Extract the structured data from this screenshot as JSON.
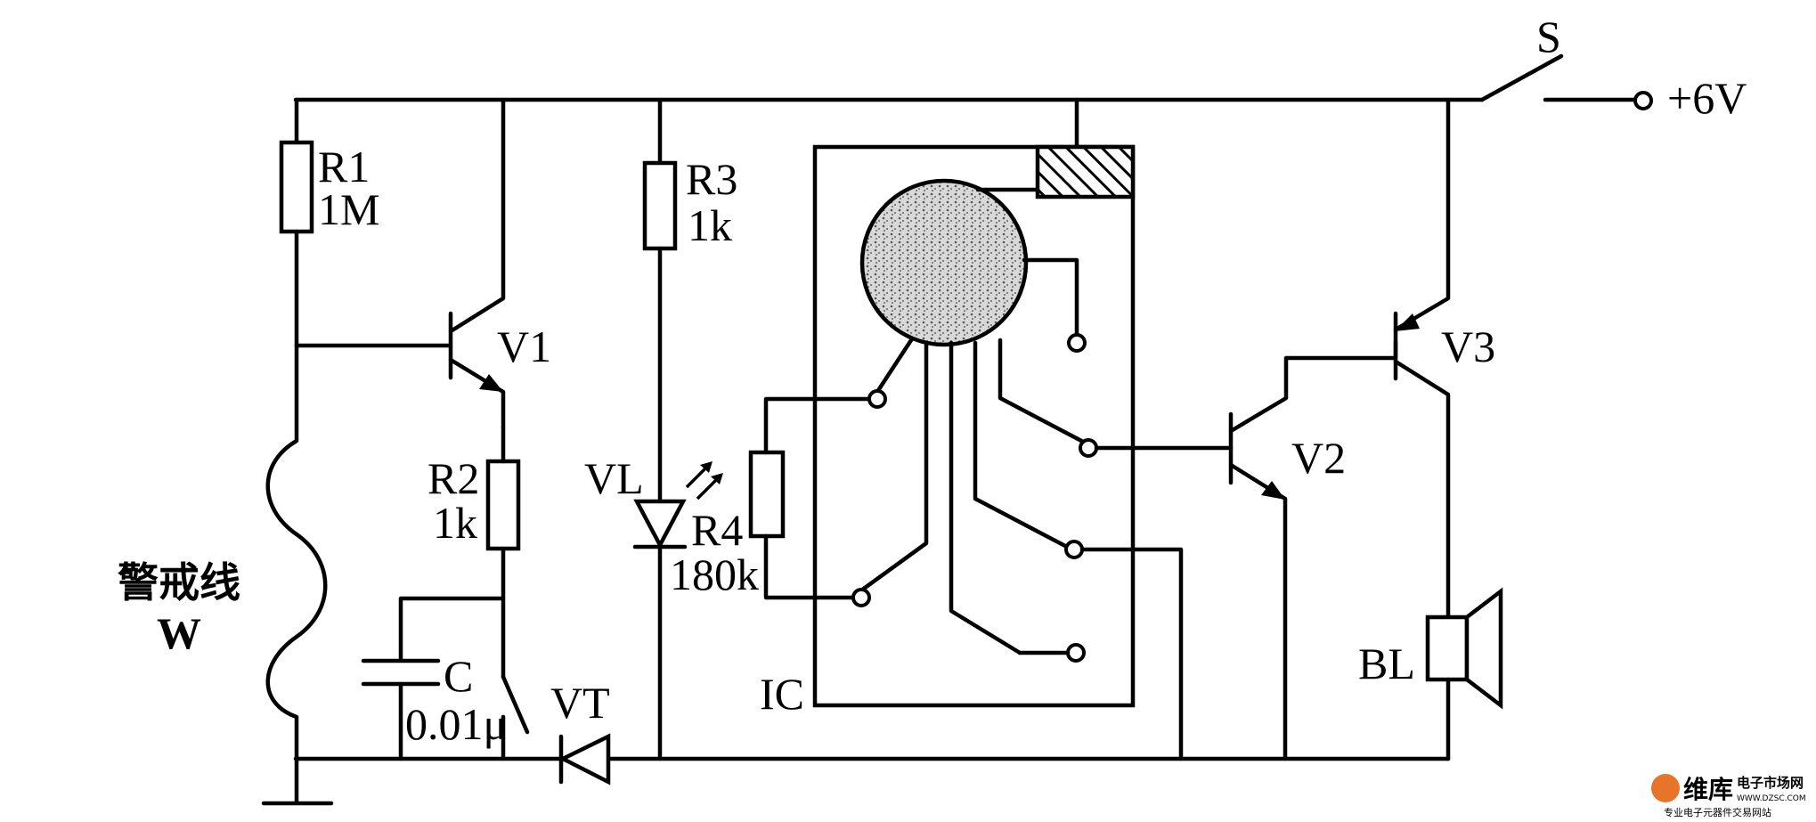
{
  "components": {
    "r1": {
      "name": "R1",
      "value": "1M"
    },
    "r2": {
      "name": "R2",
      "value": "1k"
    },
    "r3": {
      "name": "R3",
      "value": "1k"
    },
    "r4": {
      "name": "R4",
      "value": "180k"
    },
    "c": {
      "name": "C",
      "value": "0.01μ"
    },
    "v1": {
      "name": "V1"
    },
    "v2": {
      "name": "V2"
    },
    "v3": {
      "name": "V3"
    },
    "vt": {
      "name": "VT"
    },
    "vl": {
      "name": "VL"
    },
    "ic": {
      "name": "IC"
    },
    "bl": {
      "name": "BL"
    },
    "s": {
      "name": "S"
    },
    "supply": {
      "label": "+6V"
    },
    "guard_wire": {
      "label": "警戒线",
      "name": "W"
    }
  },
  "watermark": {
    "brand": "维库",
    "tagline": "电子市场网",
    "url": "WWW.DZSC.COM",
    "subtitle": "专业电子元器件交易网站",
    "color": "#e8742a"
  }
}
